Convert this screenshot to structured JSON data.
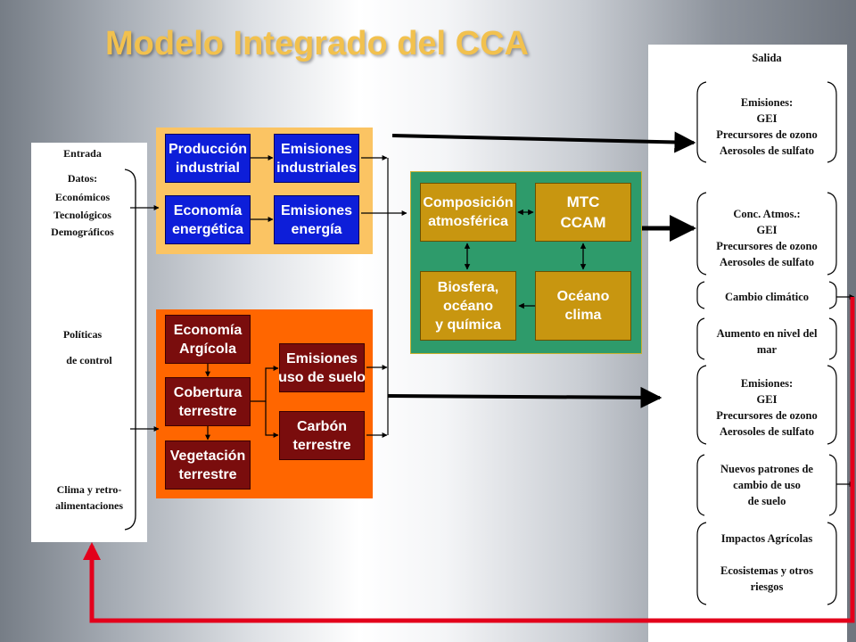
{
  "title": "Modelo Integrado del CCA",
  "input": {
    "header": "Entrada",
    "datos": "Datos:",
    "economicos": "Económicos",
    "tecnologicos": "Tecnológicos",
    "demograficos": "Demográficos",
    "politicas": "Políticas",
    "de_control": "de control",
    "clima_retro": "Clima y retro-",
    "alimentaciones": "alimentaciones"
  },
  "industrial": {
    "produccion_1": "Producción",
    "produccion_2": "industrial",
    "emis_ind_1": "Emisiones",
    "emis_ind_2": "industriales",
    "economia_1": "Economía",
    "economia_2": "energética",
    "emis_en_1": "Emisiones",
    "emis_en_2": "energía"
  },
  "land": {
    "agri_1": "Economía",
    "agri_2": "Argícola",
    "cob_1": "Cobertura",
    "cob_2": "terrestre",
    "veg_1": "Vegetación",
    "veg_2": "terrestre",
    "emis_suelo_1": "Emisiones",
    "emis_suelo_2": "uso de suelo",
    "carbon_1": "Carbón",
    "carbon_2": "terrestre"
  },
  "climate": {
    "comp_1": "Composición",
    "comp_2": "atmosférica",
    "mtc_1": "MTC",
    "mtc_2": "CCAM",
    "bio_1": "Biosfera,",
    "bio_2": "océano",
    "bio_3": "y química",
    "oceano_1": "Océano",
    "oceano_2": "clima"
  },
  "output": {
    "header": "Salida",
    "g1": [
      "Emisiones:",
      "GEI",
      "Precursores de ozono",
      "Aerosoles de sulfato"
    ],
    "g2": [
      "Conc. Atmos.:",
      "GEI",
      "Precursores de ozono",
      "Aerosoles de sulfato"
    ],
    "g3": "Cambio climático",
    "g4": [
      "Aumento en nivel del",
      "mar"
    ],
    "g5": [
      "Emisiones:",
      "GEI",
      "Precursores de ozono",
      "Aerosoles de sulfato"
    ],
    "g6": [
      "Nuevos patrones de",
      "cambio de uso",
      "de suelo"
    ],
    "g7": [
      "Impactos Agrícolas",
      "Ecosistemas y otros",
      "riesgos"
    ]
  },
  "colors": {
    "title": "#f2c14e",
    "industrial_panel": "#fbc463",
    "land_panel": "#ff6600",
    "climate_panel": "#2e9b6b",
    "blue_box": "#0d1ed9",
    "brown_box": "#7a0d0d",
    "gold_box": "#c89610",
    "feedback": "#e3001b"
  }
}
